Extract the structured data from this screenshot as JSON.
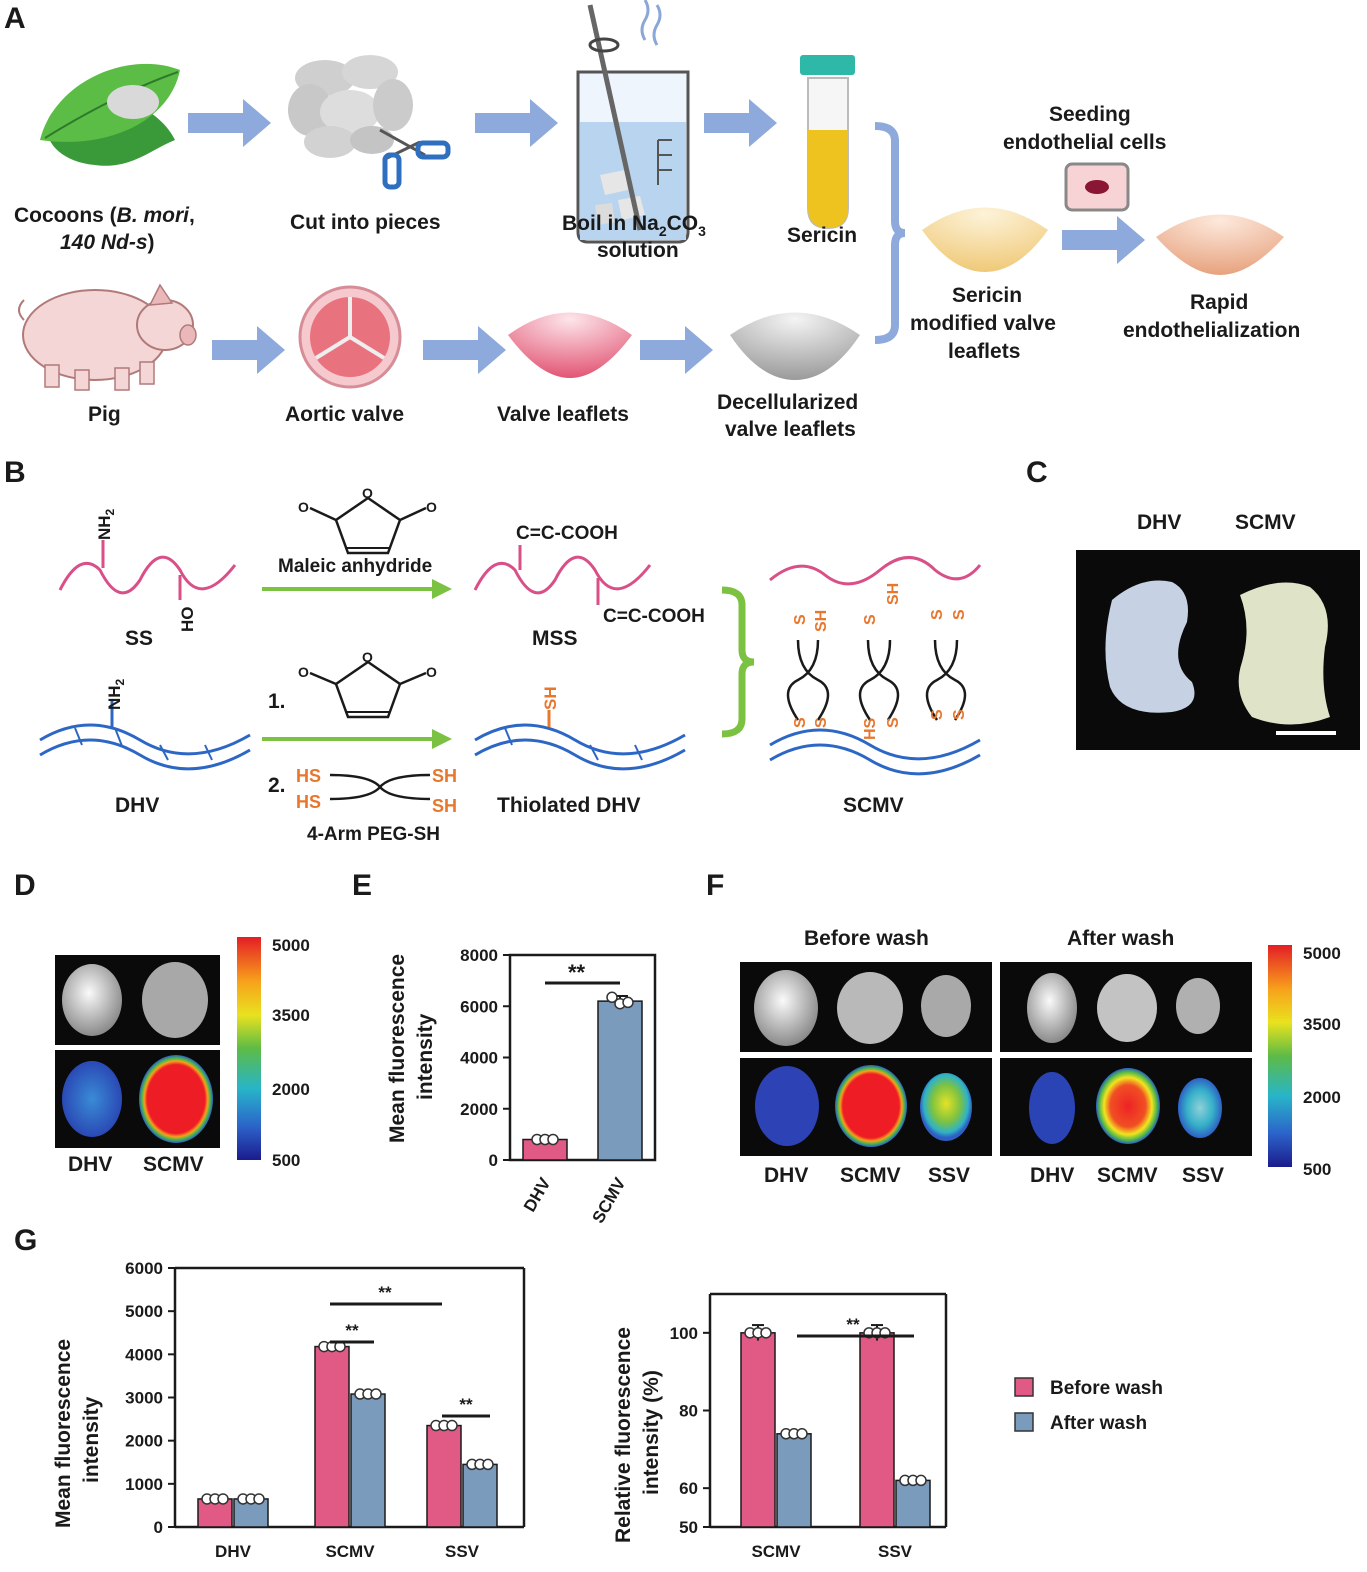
{
  "panels": [
    "A",
    "B",
    "C",
    "D",
    "E",
    "F",
    "G"
  ],
  "panelA": {
    "cocoons": [
      "Cocoons (",
      "B. mori",
      ",",
      "140 Nd-s",
      ")"
    ],
    "cut": "Cut into pieces",
    "boil1": "Boil in Na",
    "boil_sub1": "2",
    "boil2": "CO",
    "boil_sub2": "3",
    "boil3": "solution",
    "sericin": "Sericin",
    "seeding": [
      "Seeding",
      "endothelial cells"
    ],
    "smv": [
      "Sericin",
      "modified valve",
      "leaflets"
    ],
    "rapid": [
      "Rapid",
      "endothelialization"
    ],
    "pig": "Pig",
    "aortic": "Aortic valve",
    "leaflets": "Valve leaflets",
    "decell": [
      "Decellularized",
      "valve leaflets"
    ]
  },
  "panelB": {
    "nh2": "NH",
    "nh2_sub": "2",
    "oh": "HO",
    "ss": "SS",
    "maleic": "Maleic anhydride",
    "cooh": "C=C-COOH",
    "mss": "MSS",
    "dhv": "DHV",
    "step1": "1.",
    "step2": "2.",
    "hs": "HS",
    "sh": "SH",
    "s": "S",
    "peg": "4-Arm PEG-SH",
    "thiolated": "Thiolated DHV",
    "scmv": "SCMV"
  },
  "panelC": {
    "labels": [
      "DHV",
      "SCMV"
    ]
  },
  "panelD": {
    "labels": [
      "DHV",
      "SCMV"
    ],
    "scale": [
      "5000",
      "3500",
      "2000",
      "500"
    ]
  },
  "panelE": {
    "ylabel": [
      "Mean fluorescence",
      "intensity"
    ],
    "sig": "**",
    "chart_data": {
      "type": "bar",
      "categories": [
        "DHV",
        "SCMV"
      ],
      "values": [
        800,
        6200
      ],
      "points": [
        [
          800,
          800,
          800
        ],
        [
          6350,
          6100,
          6150
        ]
      ],
      "errors": [
        0,
        200
      ],
      "colors": [
        "#e05a85",
        "#7b9bbd"
      ],
      "ylim": [
        0,
        8000
      ],
      "yticks": [
        "0",
        "2000",
        "4000",
        "6000",
        "8000"
      ]
    }
  },
  "panelF": {
    "headers": [
      "Before wash",
      "After wash"
    ],
    "labels": [
      "DHV",
      "SCMV",
      "SSV",
      "DHV",
      "SCMV",
      "SSV"
    ],
    "scale": [
      "5000",
      "3500",
      "2000",
      "500"
    ]
  },
  "panelG": {
    "left": {
      "ylabel": [
        "Mean fluorescence",
        "intensity"
      ],
      "sig": "**",
      "chart_data": {
        "type": "bar",
        "categories": [
          "DHV",
          "SCMV",
          "SSV"
        ],
        "series": [
          {
            "name": "Before wash",
            "values": [
              650,
              4180,
              2350
            ],
            "errors": [
              40,
              70,
              70
            ]
          },
          {
            "name": "After wash",
            "values": [
              650,
              3080,
              1450
            ],
            "errors": [
              30,
              30,
              30
            ]
          }
        ],
        "ylim": [
          0,
          6000
        ],
        "yticks": [
          "0",
          "1000",
          "2000",
          "3000",
          "4000",
          "5000",
          "6000"
        ]
      }
    },
    "right": {
      "ylabel": [
        "Relative fluorescence",
        "intensity (%)"
      ],
      "sig": "**",
      "chart_data": {
        "type": "bar",
        "categories": [
          "SCMV",
          "SSV"
        ],
        "series": [
          {
            "name": "Before wash",
            "values": [
              100,
              100
            ],
            "errors": [
              2,
              2
            ]
          },
          {
            "name": "After wash",
            "values": [
              74,
              62
            ],
            "errors": [
              0.6,
              0.6
            ]
          }
        ],
        "ylim": [
          50,
          110
        ],
        "yticks": [
          "50",
          "60",
          "80",
          "100"
        ]
      }
    },
    "legend": [
      "Before wash",
      "After wash"
    ],
    "colors": {
      "before": "#e05a85",
      "after": "#7b9bbd"
    }
  }
}
